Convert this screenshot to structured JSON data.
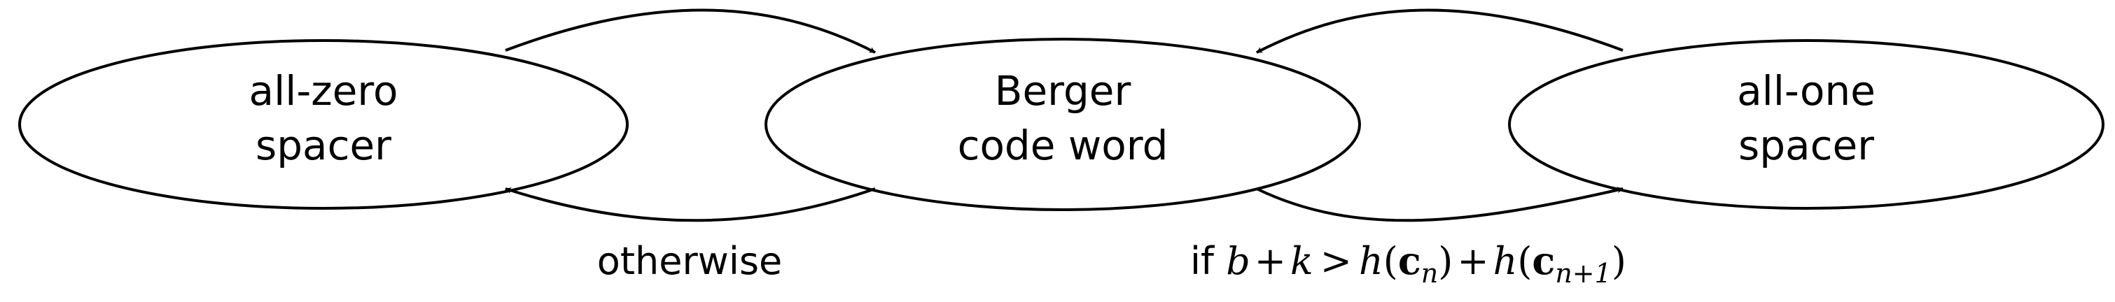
{
  "nodes": {
    "zero": {
      "line1": "all-zero",
      "line2": "spacer"
    },
    "berger": {
      "line1": "Berger",
      "line2": "code word"
    },
    "one": {
      "line1": "all-one",
      "line2": "spacer"
    }
  },
  "edges": {
    "berger_to_zero": {
      "label": "otherwise"
    },
    "berger_to_one": {
      "label_prefix": "if ",
      "formula": {
        "b": "b",
        "plus": "+",
        "k": "k",
        "gt": ">",
        "h": "h",
        "lparen": "(",
        "c": "c",
        "sub_n": "n",
        "rparen": ")",
        "sub_n1": "n+1"
      }
    }
  },
  "colors": {
    "stroke": "#000000",
    "background": "#ffffff"
  }
}
